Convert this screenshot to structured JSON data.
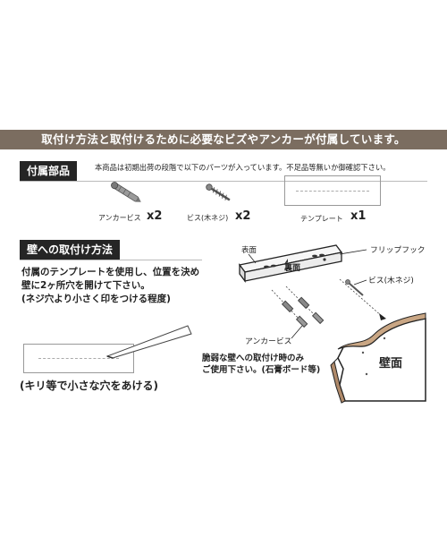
{
  "banner": "取付け方法と取付けるために必要なビズやアンカーが付属しています。",
  "parts": {
    "label": "付属部品",
    "note": "本商品は初期出荷の段階で以下のパーツが入っています。不足品等無いか御確認下さい。",
    "items": [
      {
        "name": "アンカービス",
        "qty": "x2",
        "icon": "anchor-screw-icon"
      },
      {
        "name": "ビス(木ネジ)",
        "qty": "x2",
        "icon": "wood-screw-icon"
      },
      {
        "name": "テンプレート",
        "qty": "x1",
        "icon": "template-icon"
      }
    ]
  },
  "method": {
    "label": "壁への取付け方法",
    "instructions": [
      "付属のテンプレートを使用し、位置を決め",
      "壁に2ヶ所穴を開けて下さい。",
      "(ネジ穴より小さく印をつける程度)"
    ],
    "caption": "(キリ等で小さな穴をあける)"
  },
  "diagram": {
    "front": "表面",
    "back": "裏面",
    "flip_hook": "フリップフック",
    "wood_screw": "ビス(木ネジ)",
    "anchor_screw": "アンカービス",
    "wall": "壁面",
    "warning": [
      "脆弱な壁への取付け時のみ",
      "ご使用下さい。(石膏ボード等)"
    ]
  }
}
